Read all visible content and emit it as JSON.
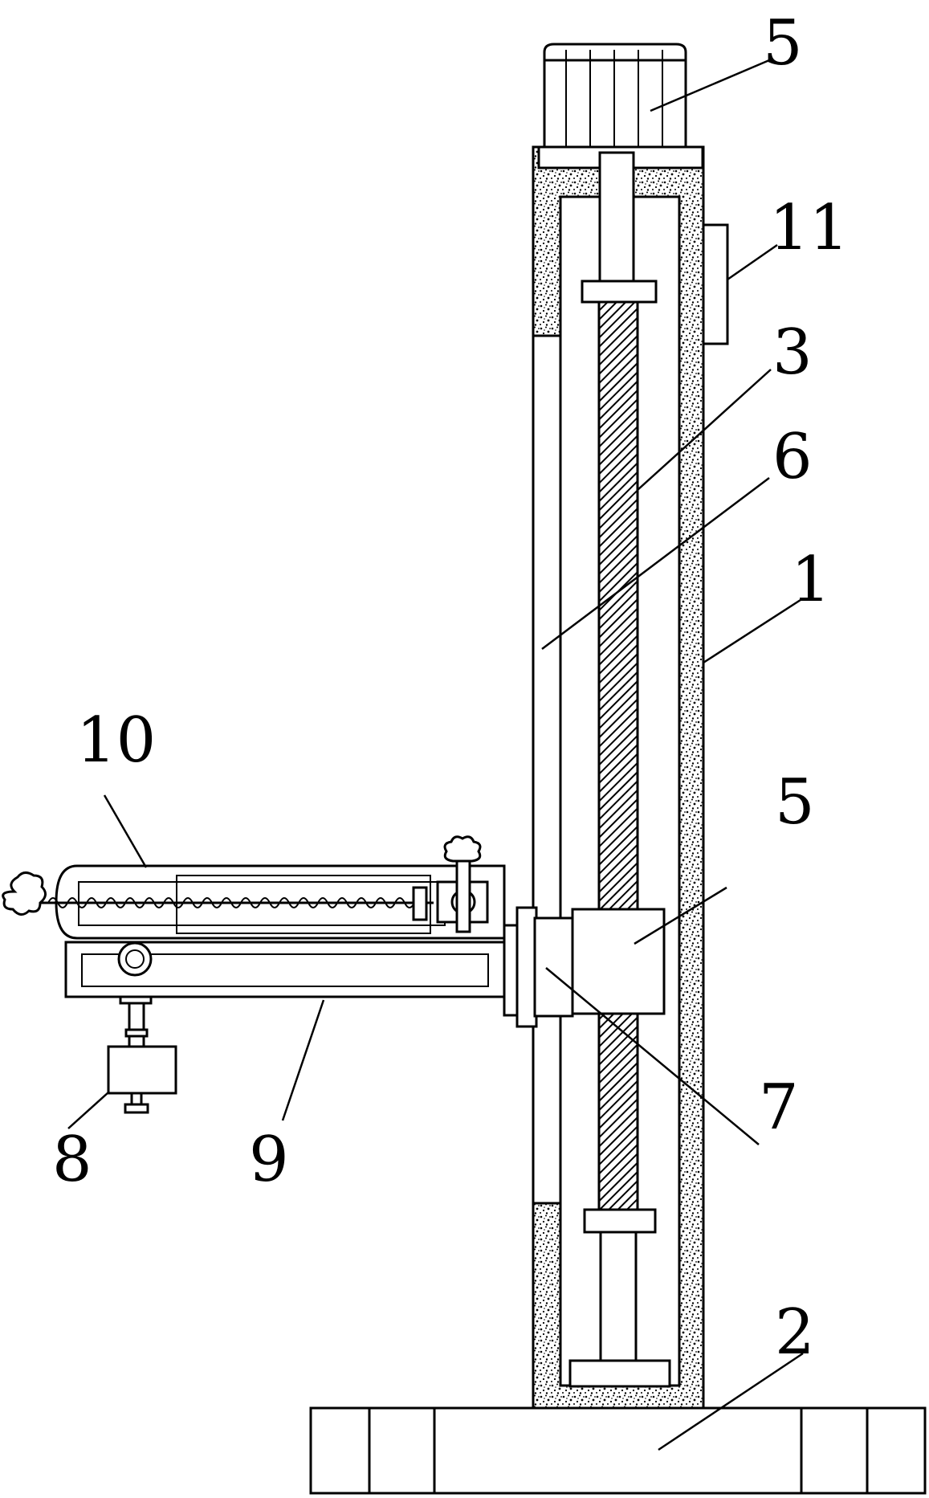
{
  "callouts": {
    "motor_top": "5",
    "sensor_box": "11",
    "lead_screw": "3",
    "guide_slot": "6",
    "column": "1",
    "slider_block": "5",
    "connector": "7",
    "base": "2",
    "worm_arm": "10",
    "lower_arm": "9",
    "clamp": "8"
  }
}
